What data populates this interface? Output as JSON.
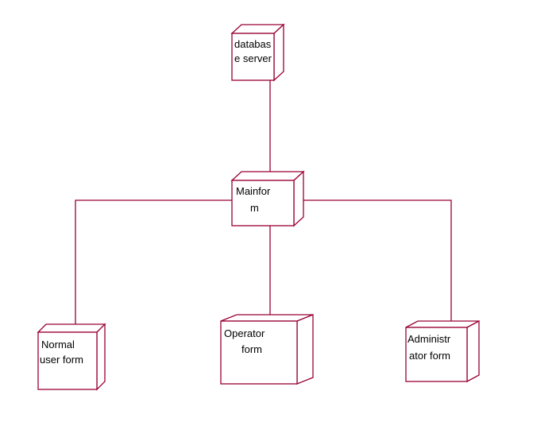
{
  "diagram": {
    "nodes": {
      "database_server": {
        "line1": "databas",
        "line2": "e server"
      },
      "mainform": {
        "line1": "Mainfor",
        "line2": "m"
      },
      "normal_user_form": {
        "line1": "Normal",
        "line2": "user form"
      },
      "operator_form": {
        "line1": "Operator",
        "line2": "form"
      },
      "administrator_form": {
        "line1": "Administr",
        "line2": "ator form"
      }
    },
    "colors": {
      "stroke": "#990033",
      "background": "#ffffff",
      "text": "#000000"
    }
  }
}
